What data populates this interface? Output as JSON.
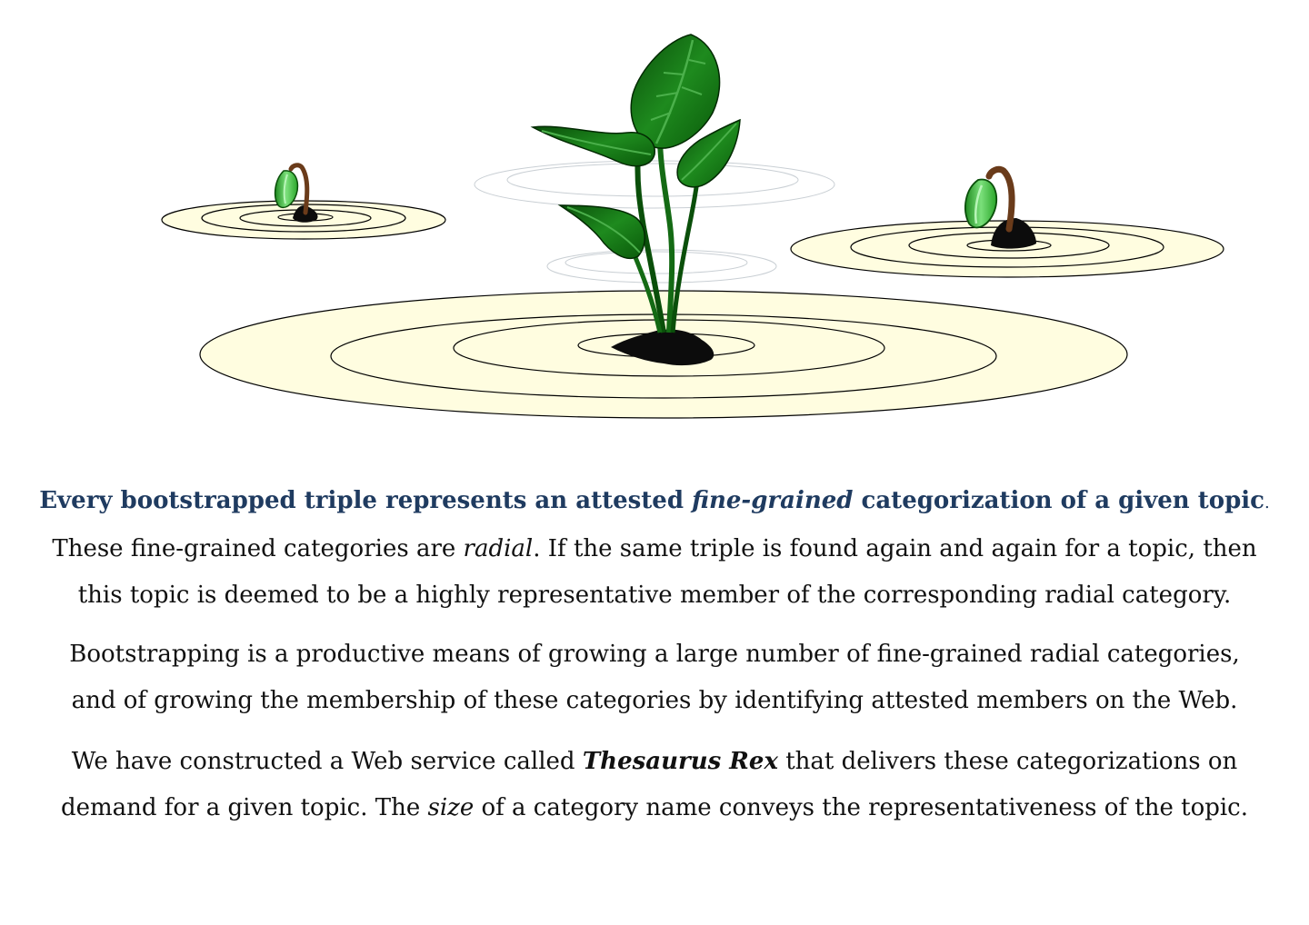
{
  "illustration": {
    "description_icons": [
      "large-seedling-icon",
      "small-sprout-icon-left",
      "small-sprout-icon-right"
    ],
    "colors": {
      "ripple_fill": "#fffde0",
      "leaf_dark": "#0a5a0a",
      "leaf_mid": "#1f8a1f",
      "leaf_light": "#5fd55f",
      "soil": "#0c0c0c",
      "stem_brown": "#7a4a22"
    }
  },
  "paragraph1": {
    "headline_part1": "Every bootstrapped triple represents an attested ",
    "headline_italic": "fine-grained",
    "headline_part2": " categorization of a given topic",
    "headline_period": ".",
    "line2_part1": "These fine-grained categories are ",
    "line2_italic": "radial",
    "line2_part2": ". If the same triple is found again and again for a topic, then",
    "line3": "this topic is deemed to be a highly representative member of the corresponding radial category."
  },
  "paragraph2": {
    "line1": "Bootstrapping is a productive means of growing a large number of fine-grained radial categories,",
    "line2": "and of growing the membership of these categories by identifying attested members on the Web."
  },
  "paragraph3": {
    "line1_part1": "We have constructed a Web service called ",
    "line1_bold_italic": "Thesaurus Rex",
    "line1_part2": " that delivers these categorizations on",
    "line2_part1": "demand for a given topic. The ",
    "line2_italic": "size",
    "line2_part2": " of a category name conveys the representativeness of the topic."
  }
}
